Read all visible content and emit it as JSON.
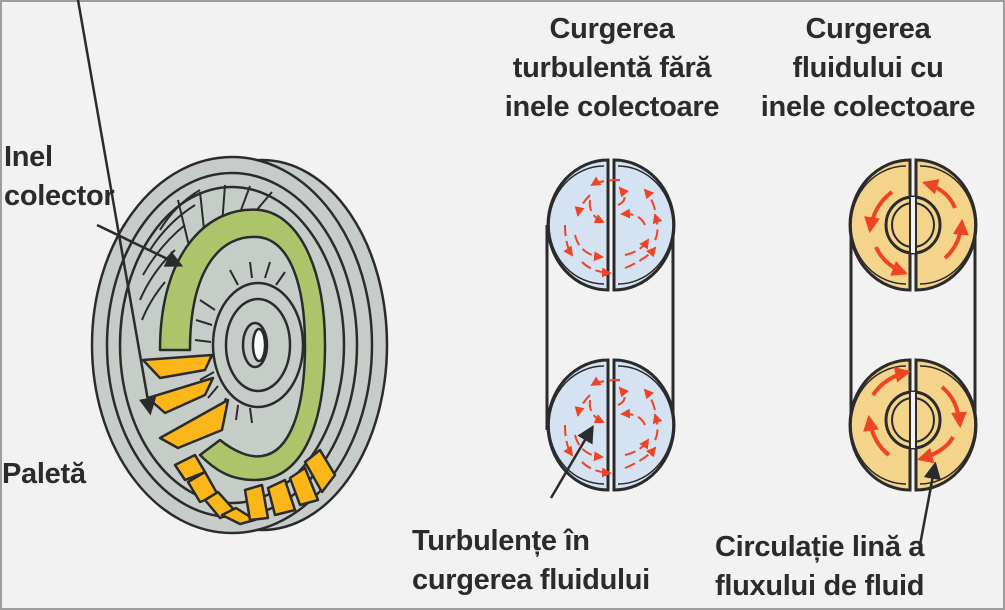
{
  "figure": {
    "subject": "torque converter with collector rings (core rings) and vanes",
    "colors": {
      "background": "#f2f2f2",
      "frame": "#9e9e9e",
      "outline": "#2b2b2b",
      "housing": "#c6cdc9",
      "core_ring": "#adc46a",
      "vane": "#fbb71a",
      "turbulent_fill": "#d4e2f2",
      "smooth_fill": "#f3d48a",
      "flow_arrow": "#ef4423"
    }
  },
  "labels": {
    "core_ring": [
      "Inel",
      "colector"
    ],
    "vane": [
      "Paletă"
    ],
    "turbulent_title": [
      "Curgerea",
      "turbulentă fără",
      "inele colectoare"
    ],
    "smooth_title": [
      "Curgerea",
      "fluidului cu",
      "inele colectoare"
    ],
    "turbulence_note": [
      "Turbulențe în",
      "curgerea fluidului"
    ],
    "smooth_note": [
      "Circulație lină a",
      "fluxului de fluid"
    ]
  },
  "icons": {
    "turbulent_arrows": "curved-arrows-chaotic",
    "smooth_arrows": "curved-arrows-circular"
  }
}
